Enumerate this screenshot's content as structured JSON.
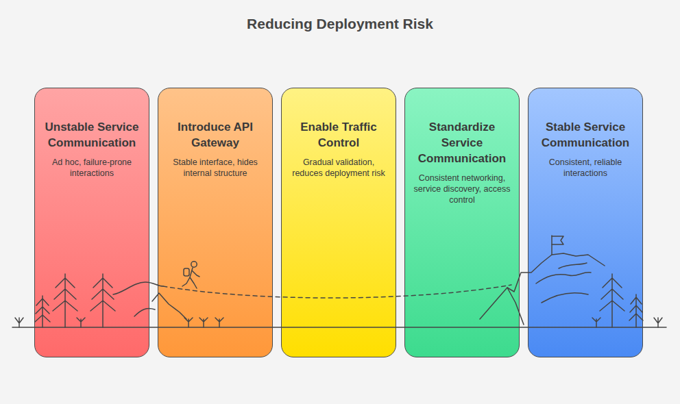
{
  "diagram": {
    "title": "Reducing Deployment Risk",
    "nodes": [
      {
        "text": [
          "Unstable Service Communication",
          "Ad hoc, failure-prone interactions"
        ]
      },
      {
        "text": [
          "Introduce API Gateway",
          "Stable interface, hides internal structure"
        ]
      },
      {
        "text": [
          "Enable Traffic Control",
          "Gradual validation, reduces deployment risk"
        ]
      },
      {
        "text": [
          "Standardize Service Communication",
          "Consistent networking, service discovery, access control"
        ]
      },
      {
        "text": [
          "Stable Service Communication",
          "Consistent, reliable interactions"
        ]
      }
    ]
  }
}
